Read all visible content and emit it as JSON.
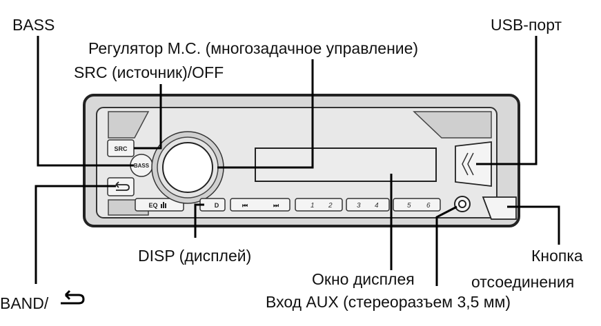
{
  "labels": {
    "bass": "BASS",
    "mc_control": "Регулятор M.C. (многозадачное управление)",
    "src_off": "SRC (источник)/OFF",
    "usb_port": "USB-порт",
    "disp": "DISP (дисплей)",
    "display_window": "Окно дисплея",
    "detach_line1": "Кнопка",
    "detach_line2": "отсоединения",
    "band": "BAND/",
    "aux": "Вход AUX (стереоразъем 3,5 мм)"
  },
  "device": {
    "src_button": "SRC",
    "bass_button": "BASS",
    "eq_button": "EQ",
    "disp_button": "D",
    "prev_icon": "⏮",
    "next_icon": "⏭",
    "presets": [
      "1",
      "2",
      "3",
      "4",
      "5",
      "6"
    ]
  },
  "icons": {
    "back": "return-arrow-icon",
    "eq": "equalizer-bars-icon",
    "usb": "usb-cover-icon",
    "aux": "aux-jack-icon"
  }
}
